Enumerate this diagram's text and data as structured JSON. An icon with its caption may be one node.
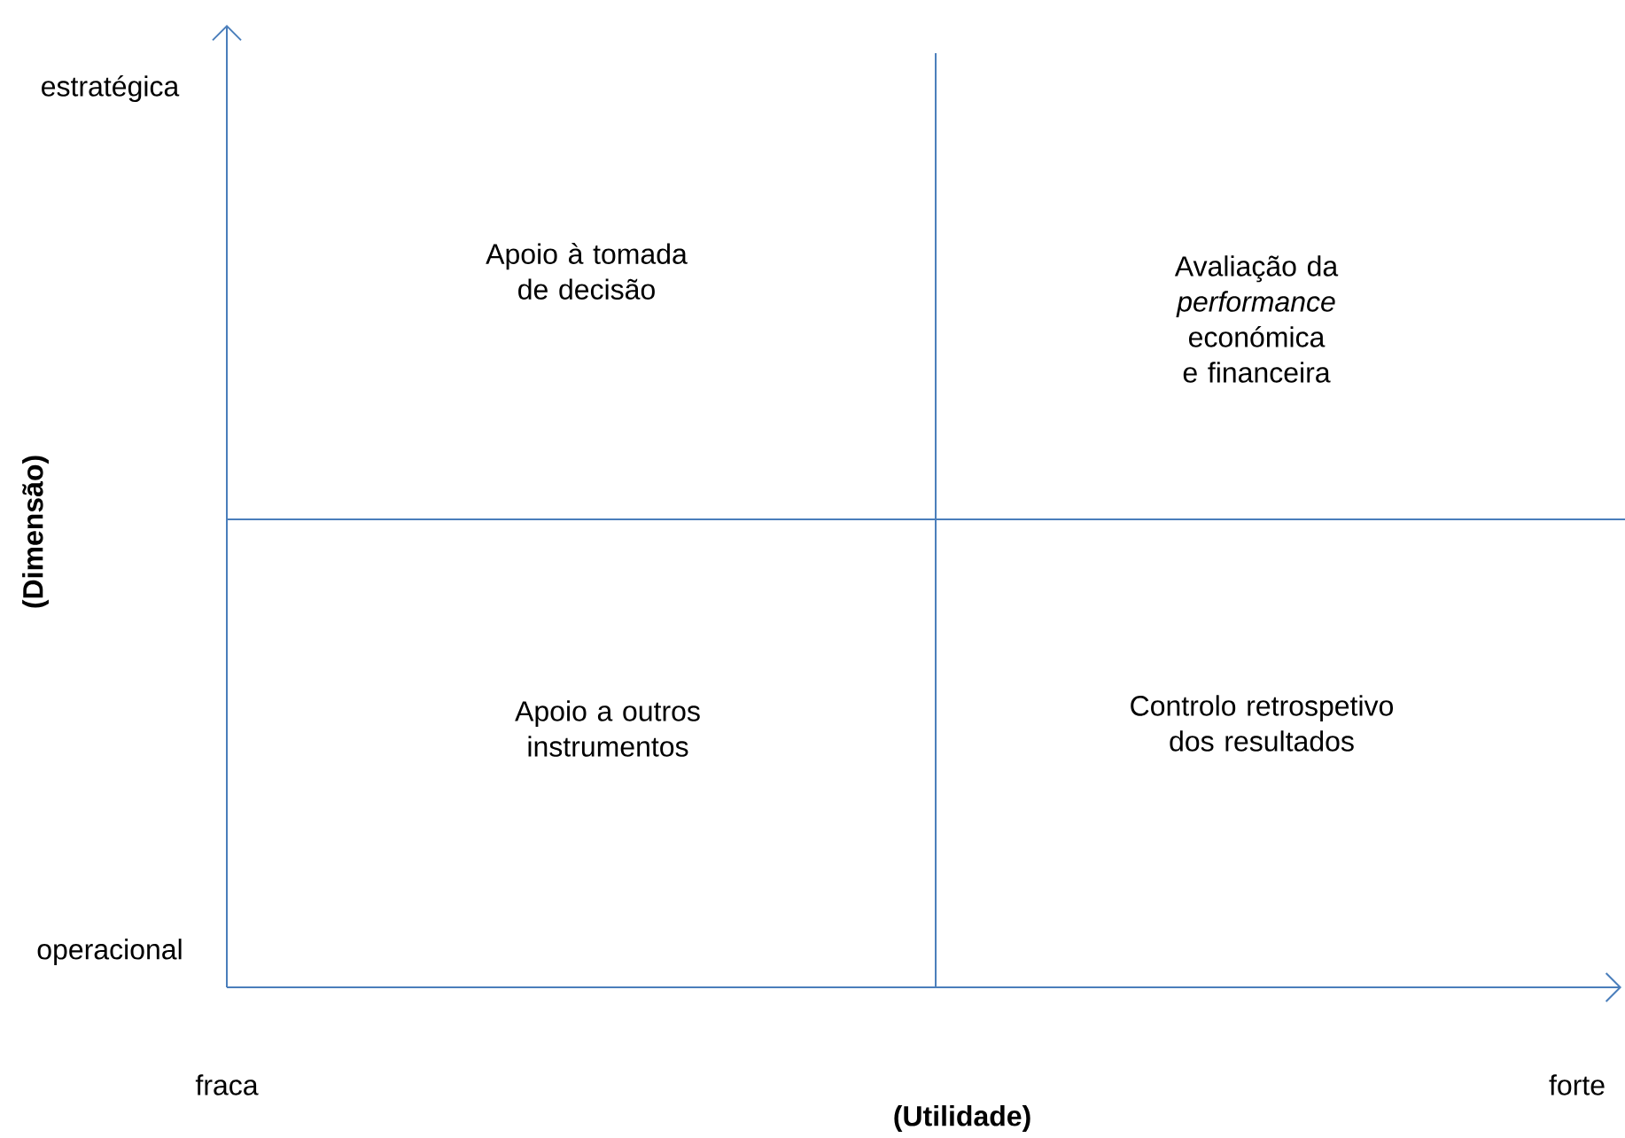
{
  "diagram": {
    "labels": [
      "estratégica",
      "operacional",
      "fraca",
      "forte",
      "(Utilidade)",
      "(Dimensão)",
      "Apoio à tomada de decisão",
      "Avaliação da *performance* económica e financeira",
      "Apoio a outros instrumentos",
      "Controlo retrospetivo dos resultados"
    ]
  }
}
